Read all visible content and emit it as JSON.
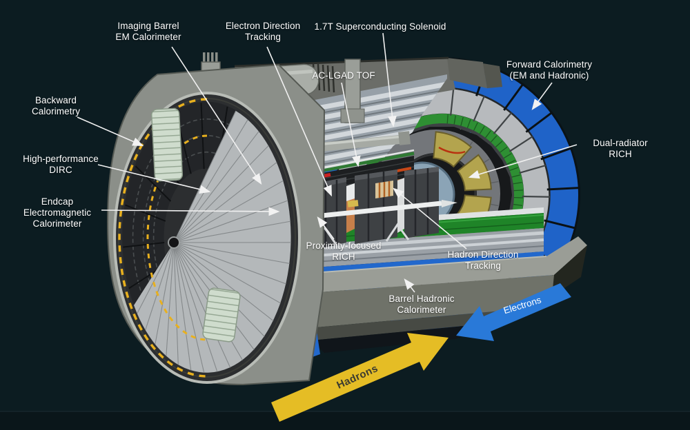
{
  "figure": {
    "type": "annotated cutaway diagram of a collider detector",
    "background_color": "#0c1c21"
  },
  "labels": {
    "imaging_barrel": "Imaging Barrel\nEM Calorimeter",
    "electron_tracking": "Electron Direction\nTracking",
    "solenoid": "1.7T Superconducting Solenoid",
    "aclgad_tof": "AC-LGAD TOF",
    "forward_cal": "Forward Calorimetry\n(EM and Hadronic)",
    "dual_rich": "Dual-radiator RICH",
    "backward_cal": "Backward\nCalorimetry",
    "dirc": "High-performance\nDIRC",
    "endcap_emcal": "Endcap\nElectromagnetic\nCalorimeter",
    "prox_rich": "Proximity-focused\nRICH",
    "hadron_tracking": "Hadron Direction\nTracking",
    "barrel_hcal": "Barrel Hadronic\nCalorimeter"
  },
  "arrows": {
    "hadrons": {
      "label": "Hadrons",
      "color": "#e5bd25",
      "direction": "up-right"
    },
    "electrons": {
      "label": "Electrons",
      "color": "#2979d8",
      "direction": "down-left"
    }
  },
  "colors": {
    "background": "#0c1c21",
    "forward_cal_blue": "#1f63c8",
    "rich_yellow": "#b3a44e",
    "ecal_green": "#1f8428",
    "crystal_green": "#1da326",
    "copper_dirc": "#c07840",
    "metal_gray": "#9aa0a6",
    "leader_line": "#f0f0f0"
  }
}
